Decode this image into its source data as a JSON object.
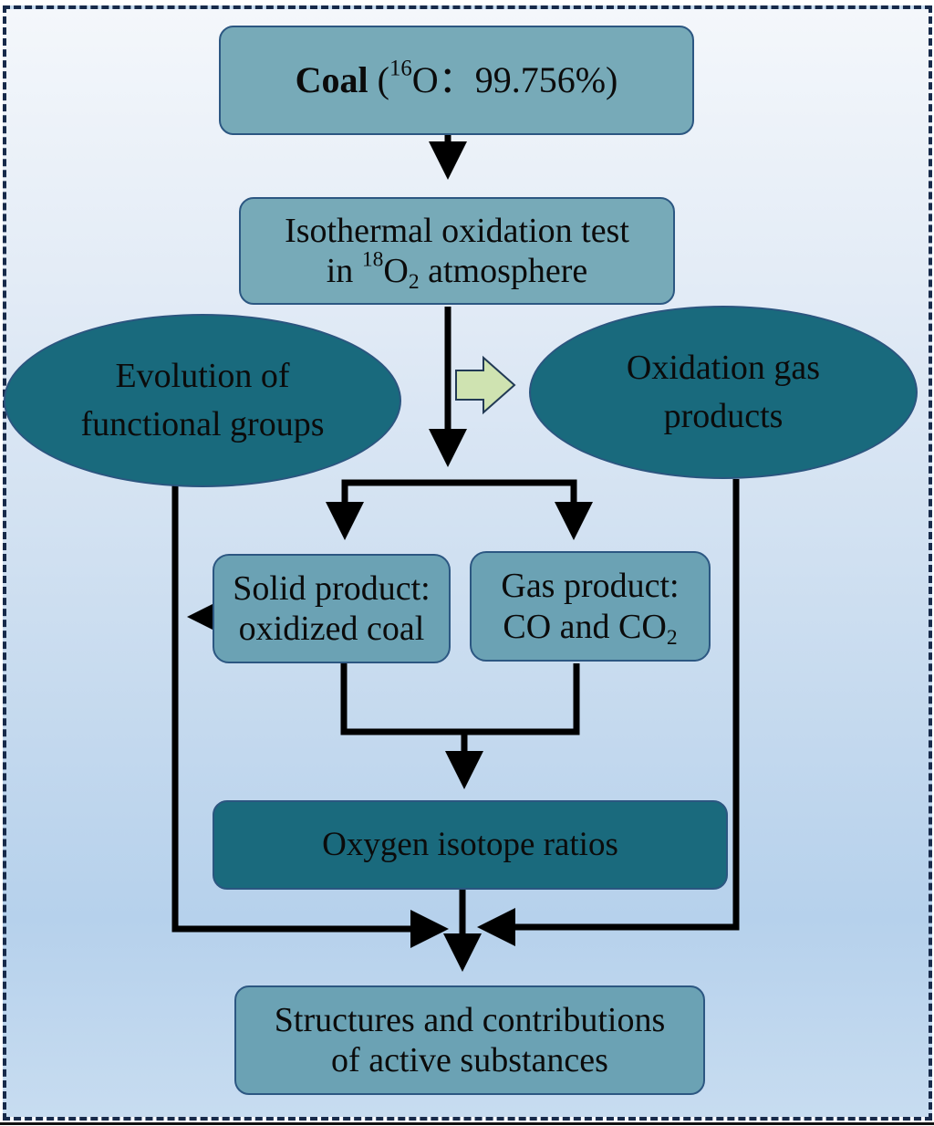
{
  "diagram": {
    "nodes": {
      "coal": {
        "label_bold": "Coal",
        "open": " (",
        "isotope_sup": "16",
        "isotope_el": "O",
        "sep": "：",
        "value": "99.756%)"
      },
      "oxidation_test": {
        "line1": "Isothermal oxidation test",
        "line2_pre": "in ",
        "line2_sup": "18",
        "line2_el": "O",
        "line2_sub": "2",
        "line2_post": " atmosphere"
      },
      "functional_groups": {
        "line1": "Evolution of",
        "line2": "functional groups"
      },
      "gas_products": {
        "line1": "Oxidation gas",
        "line2": "products"
      },
      "solid_product": {
        "line1": "Solid product:",
        "line2": "oxidized coal"
      },
      "gas_product": {
        "line1": "Gas product:",
        "line2_pre": "CO and CO",
        "line2_sub": "2"
      },
      "isotope_ratios": {
        "label": "Oxygen isotope ratios"
      },
      "structures": {
        "line1": "Structures and contributions",
        "line2": "of active substances"
      }
    },
    "colors": {
      "light_box": "#77aab8",
      "dark_node": "#196a7d",
      "node_border": "#2c5782",
      "frame_border": "#172a4a",
      "hint_arrow": "#cfe3b1",
      "connector": "#000000"
    }
  }
}
